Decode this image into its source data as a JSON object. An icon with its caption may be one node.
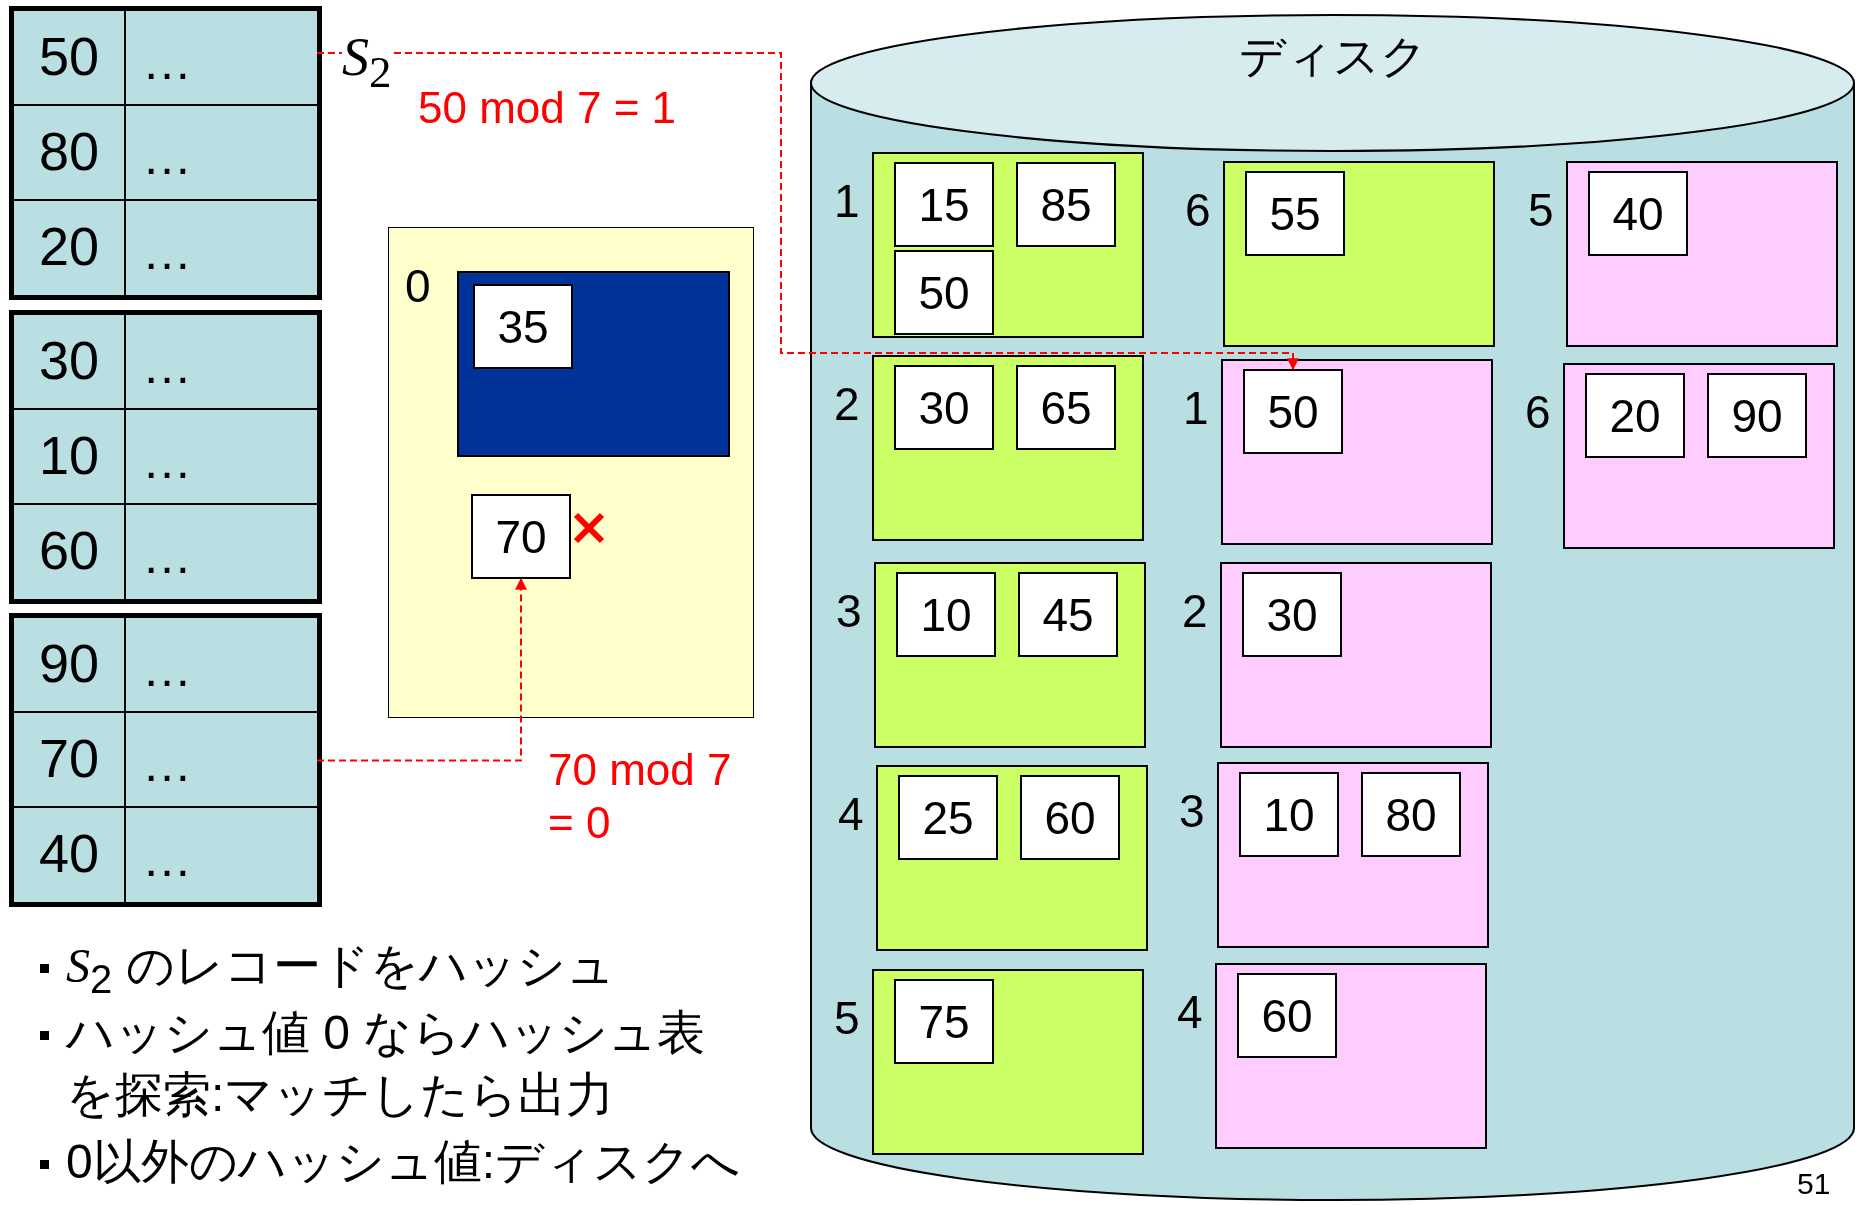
{
  "diagram": {
    "nodes": [
      {
        "text": [],
        "shape": "box"
      },
      {
        "text": [
          "50",
          "…"
        ],
        "in": 0
      },
      {
        "text": [
          "80",
          "…"
        ],
        "in": 0
      },
      {
        "text": [
          "20",
          "…"
        ],
        "in": 0
      },
      {
        "text": [],
        "shape": "box"
      },
      {
        "text": [
          "30",
          "…"
        ],
        "in": 4
      },
      {
        "text": [
          "10",
          "…"
        ],
        "in": 4
      },
      {
        "text": [
          "60",
          "…"
        ],
        "in": 4
      },
      {
        "text": [],
        "shape": "box"
      },
      {
        "text": [
          "90",
          "…"
        ],
        "in": 8
      },
      {
        "text": [
          "70",
          "…"
        ],
        "in": 8
      },
      {
        "text": [
          "40",
          "…"
        ],
        "in": 8
      },
      {
        "text": [],
        "shape": "box",
        "beside": [
          "0"
        ]
      },
      {
        "text": [],
        "shape": "box",
        "in": 12
      },
      {
        "text": [
          "35"
        ],
        "in": 13
      },
      {
        "text": [
          "70"
        ],
        "in": 12
      },
      {
        "text": [
          "ディスク"
        ]
      },
      {
        "text": [],
        "shape": "box",
        "in": 16,
        "beside": [
          "1"
        ]
      },
      {
        "text": [
          "15"
        ],
        "in": 17
      },
      {
        "text": [
          "85"
        ],
        "in": 17
      },
      {
        "text": [
          "50"
        ],
        "in": 17
      },
      {
        "text": [],
        "shape": "box",
        "in": 16,
        "beside": [
          "2"
        ]
      },
      {
        "text": [
          "30"
        ],
        "in": 21
      },
      {
        "text": [
          "65"
        ],
        "in": 21
      },
      {
        "text": [],
        "shape": "box",
        "in": 16,
        "beside": [
          "3"
        ]
      },
      {
        "text": [
          "10"
        ],
        "in": 24
      },
      {
        "text": [
          "45"
        ],
        "in": 24
      },
      {
        "text": [],
        "shape": "box",
        "in": 16,
        "beside": [
          "4"
        ]
      },
      {
        "text": [
          "25"
        ],
        "in": 27
      },
      {
        "text": [
          "60"
        ],
        "in": 27
      },
      {
        "text": [],
        "shape": "box",
        "in": 16,
        "beside": [
          "5"
        ]
      },
      {
        "text": [
          "75"
        ],
        "in": 30
      },
      {
        "text": [],
        "shape": "box",
        "in": 16,
        "beside": [
          "6"
        ]
      },
      {
        "text": [
          "55"
        ],
        "in": 32
      },
      {
        "text": [],
        "shape": "box",
        "in": 16,
        "beside": [
          "1"
        ]
      },
      {
        "text": [
          "50"
        ],
        "in": 34
      },
      {
        "text": [],
        "shape": "box",
        "in": 16,
        "beside": [
          "2"
        ]
      },
      {
        "text": [
          "30"
        ],
        "in": 36
      },
      {
        "text": [],
        "shape": "box",
        "in": 16,
        "beside": [
          "3"
        ]
      },
      {
        "text": [
          "10"
        ],
        "in": 38
      },
      {
        "text": [
          "80"
        ],
        "in": 38
      },
      {
        "text": [],
        "shape": "box",
        "in": 16,
        "beside": [
          "4"
        ]
      },
      {
        "text": [
          "60"
        ],
        "in": 41
      },
      {
        "text": [],
        "shape": "box",
        "in": 16,
        "beside": [
          "5"
        ]
      },
      {
        "text": [
          "40"
        ],
        "in": 43
      },
      {
        "text": [],
        "shape": "box",
        "in": 16,
        "beside": [
          "6"
        ]
      },
      {
        "text": [
          "20"
        ],
        "in": 45
      },
      {
        "text": [
          "90"
        ],
        "in": 45
      }
    ],
    "edges": [
      {
        "from": 1,
        "to": 35,
        "arrow": "to",
        "style": "dashed",
        "color": "#ff0000",
        "label": "50 mod 7 = 1"
      },
      {
        "from": 10,
        "to": 15,
        "arrow": "to",
        "style": "dashed",
        "color": "#ff0000",
        "label": "70 mod 7 = 0"
      }
    ],
    "labels": [
      "*S*$_{2}$",
      "*S*$_{2}$ のレコードをハッシュ",
      "ハッシュ値 0 ならハッシュ表を探索:マッチしたら出力",
      "0以外のハッシュ値:ディスクへ",
      "51"
    ]
  }
}
